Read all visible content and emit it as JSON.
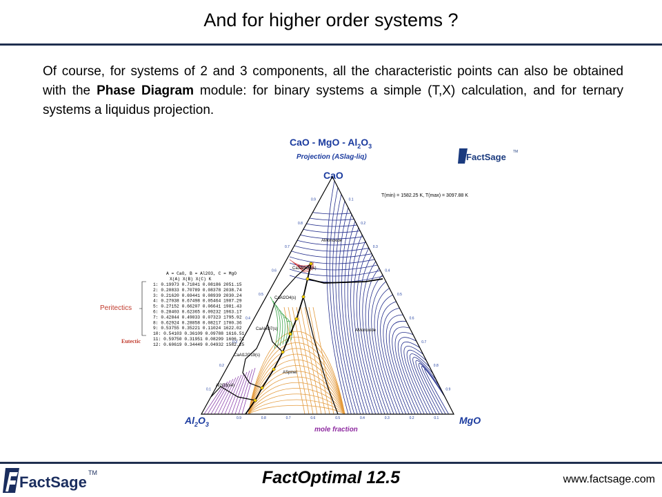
{
  "title": "And for higher order systems ?",
  "paragraph": {
    "before": "Of course, for systems of 2 and 3 components, all the characteristic points can also be obtained with the ",
    "bold": "Phase Diagram",
    "after": " module: for binary systems a simple (T,X) calculation, and for ternary systems a liquidus projection."
  },
  "diagram": {
    "title_main": "CaO - MgO - Al",
    "title_sub": "2",
    "title_o": "O",
    "title_sub2": "3",
    "subtitle": "Projection (ASlag-liq)",
    "apex_top": "CaO",
    "apex_left_main": "Al",
    "apex_left_sub1": "2",
    "apex_left_o": "O",
    "apex_left_sub2": "3",
    "apex_right": "MgO",
    "xaxis": "mole fraction",
    "tminmax": "T(min) = 1582.25 K, T(max) = 3097.88 K",
    "legend_head": "A = CaO, B = Al2O3, C = MgO",
    "legend_cols": "X(A)     X(B)     X(C)     K",
    "legend_rows": [
      "1:  0.19973  0.71841  0.08186  2051.15",
      "2:  0.20833  0.70789  0.08378  2038.74",
      "3:  0.21620  0.69441  0.08939  2030.24",
      "4:  0.27038  0.67498  0.05464  1987.29",
      "5:  0.27152  0.66207  0.06641  1981.43",
      "6:  0.28403  0.62365  0.09232  1963.17",
      "7:  0.42844  0.49833  0.07323  1795.92",
      "8:  0.62924  0.28858  0.08217  1700.36",
      "9:  0.53755  0.35221  0.11024  1622.02",
      "10: 0.54103  0.36109  0.09788  1616.51",
      "11: 0.59750  0.31951  0.08299  1606.21",
      "12: 0.60619  0.34449  0.04932  1582.25"
    ],
    "peritectics": "Peritectics",
    "eutectic": "Eutectic",
    "region_labels": [
      "AMonoxide",
      "AMonoxide",
      "ASpinel",
      "CaAl2O4(s)",
      "CaAl4O7(s)",
      "CaAl12O19(s)",
      "Al2O3(s4)",
      "Ca3Al2O6(s)"
    ],
    "bottom_ticks": [
      "0.9",
      "0.8",
      "0.7",
      "0.6",
      "0.5",
      "0.4",
      "0.3",
      "0.2",
      "0.1"
    ],
    "left_ticks": [
      "0.1",
      "0.2",
      "0.3",
      "0.4",
      "0.5",
      "0.6",
      "0.7",
      "0.8",
      "0.9"
    ],
    "right_ticks": [
      "0.1",
      "0.2",
      "0.3",
      "0.4",
      "0.5",
      "0.6",
      "0.7",
      "0.8",
      "0.9"
    ]
  },
  "footer": {
    "title": "FactOptimal   12.5",
    "url": "www.factsage.com",
    "logo_text": "FactSage",
    "logo_tm": "TM"
  },
  "colors": {
    "accent_blue": "#1a3a9e",
    "rule": "#1f2f4f",
    "peritectic": "#c0392b"
  }
}
